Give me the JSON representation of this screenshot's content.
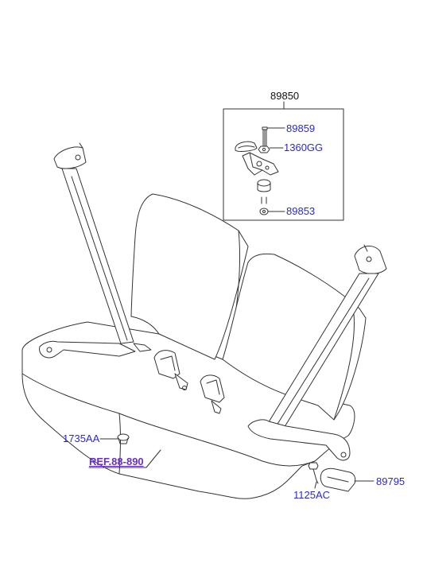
{
  "labels": {
    "assembly_top": "89850",
    "bolt_upper": "89859",
    "nut_upper": "1360GG",
    "nut_lower": "89853",
    "plug": "1735AA",
    "reference": "REF.88-890",
    "bolt_lower": "1125AC",
    "retractor_cover": "89795"
  },
  "colors": {
    "line": "#333333",
    "part_number": "#2a2acf",
    "reference": "#6a2fc9",
    "header_number": "#111111"
  }
}
